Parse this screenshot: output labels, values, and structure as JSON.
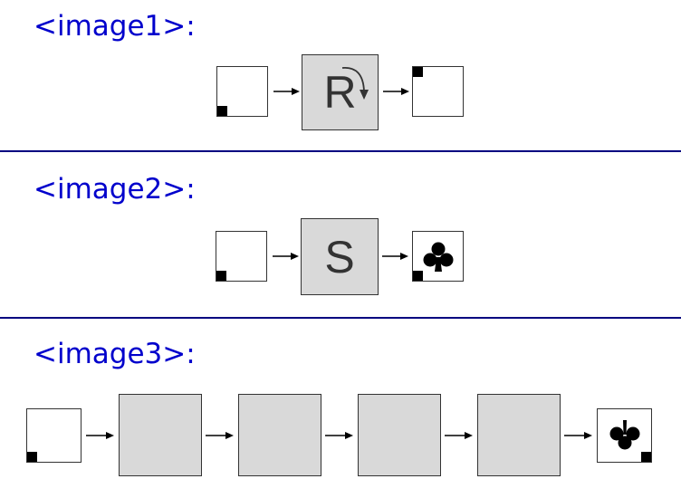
{
  "rows": [
    {
      "label": "<image1>:",
      "operator": "R"
    },
    {
      "label": "<image2>:",
      "operator": "S"
    },
    {
      "label": "<image3>:",
      "operator": ""
    }
  ],
  "icons": {
    "corner_marker": "square-icon",
    "rotate_marker": "rotate-arrow-icon",
    "club_marker": "club-icon",
    "flow_arrow": "arrow-right-icon"
  },
  "colors": {
    "label": "#0000cc",
    "divider": "#000080",
    "operator_fill": "#d9d9d9",
    "stroke": "#333333"
  }
}
